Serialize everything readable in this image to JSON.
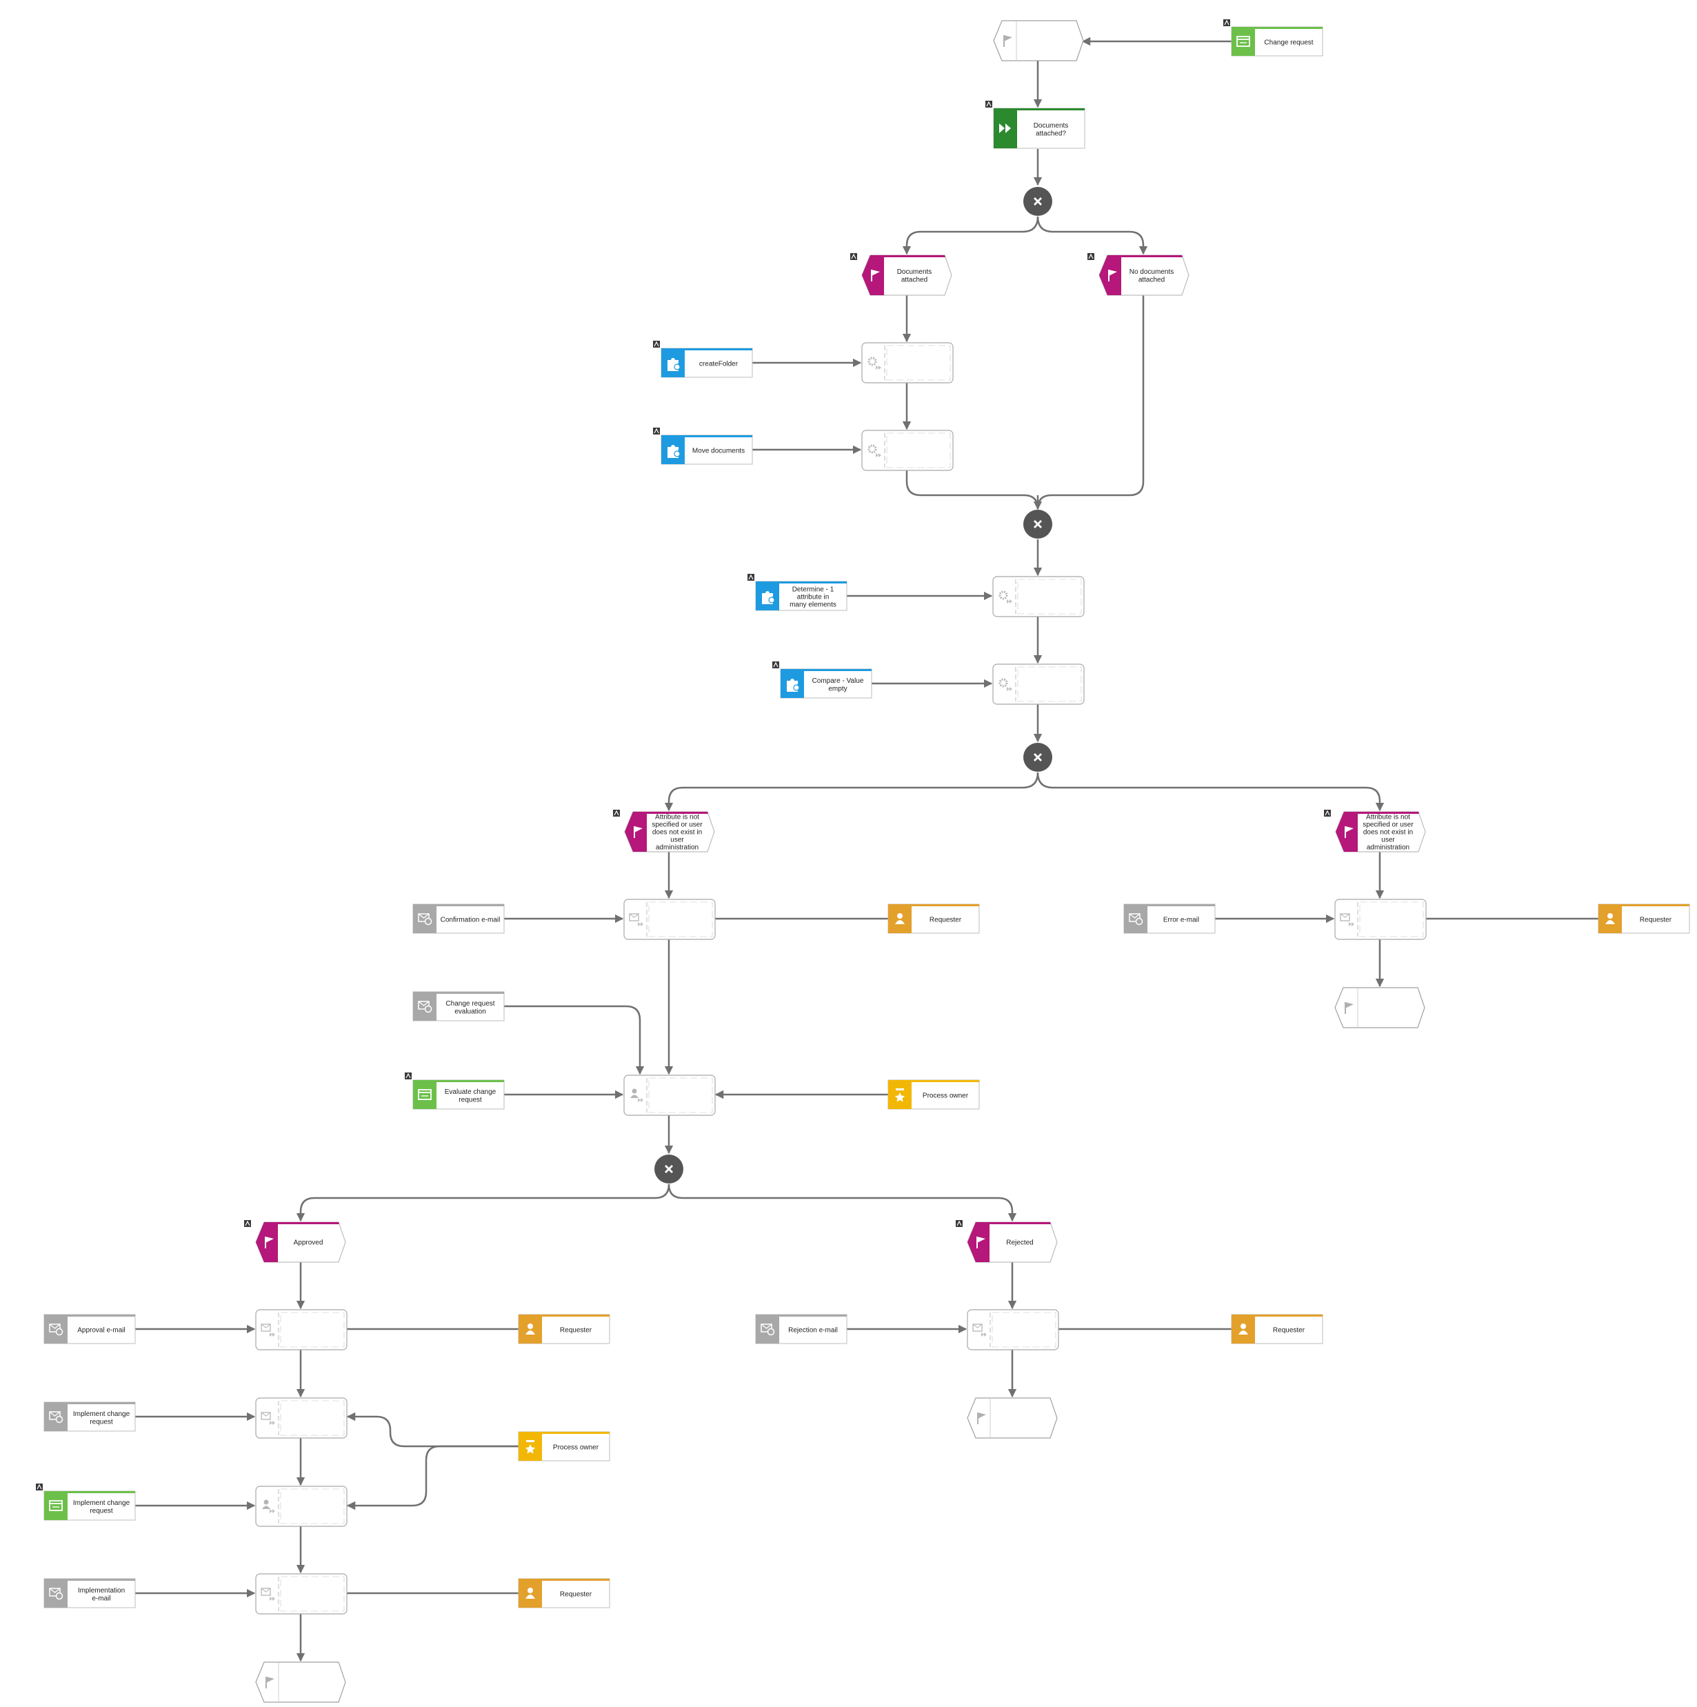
{
  "colors": {
    "event": "#b5177a",
    "subprocess": "#2b8a2e",
    "app": "#6cc04a",
    "service": "#1e9be0",
    "email": "#a8a8a8",
    "role": "#e3a02b",
    "owner": "#f2b705",
    "gateway": "#555555",
    "connector": "#707070"
  },
  "icons": {
    "subprocess": "fast-forward-icon",
    "event": "flag-icon",
    "app": "app-window-icon",
    "service": "service-puzzle-icon",
    "email": "email-at-icon",
    "role": "requester-role-icon",
    "owner": "process-owner-icon",
    "gateway": "xor-gateway-icon",
    "task": "task-icon"
  },
  "nodes": {
    "change_request": {
      "label": "Change request"
    },
    "documents_attached_q": {
      "label": "Documents attached?"
    },
    "documents_attached": {
      "label": "Documents attached"
    },
    "no_documents_attached": {
      "label": "No documents attached"
    },
    "create_folder": {
      "label": "createFolder"
    },
    "move_documents": {
      "label": "Move documents"
    },
    "determine_attr": {
      "label": "Determine - 1 attribute in many elements"
    },
    "compare_value": {
      "label": "Compare - Value empty"
    },
    "attr_not_specified_left": {
      "label": "Attribute is not specified or user does not exist in user administration"
    },
    "attr_not_specified_right": {
      "label": "Attribute is not specified or user does not exist in user administration"
    },
    "confirmation_email": {
      "label": "Confirmation e-mail"
    },
    "requester_1": {
      "label": "Requester"
    },
    "error_email": {
      "label": "Error e-mail"
    },
    "requester_2": {
      "label": "Requester"
    },
    "change_request_evaluation": {
      "label": "Change request evaluation"
    },
    "evaluate_change_request": {
      "label": "Evaluate change request"
    },
    "process_owner_1": {
      "label": "Process owner"
    },
    "approved": {
      "label": "Approved"
    },
    "rejected": {
      "label": "Rejected"
    },
    "approval_email": {
      "label": "Approval e-mail"
    },
    "requester_3": {
      "label": "Requester"
    },
    "rejection_email": {
      "label": "Rejection e-mail"
    },
    "requester_4": {
      "label": "Requester"
    },
    "implement_change_request_email": {
      "label": "Implement change request"
    },
    "process_owner_2": {
      "label": "Process owner"
    },
    "implement_change_request_app": {
      "label": "Implement change request"
    },
    "implementation_email": {
      "label": "Implementation e-mail"
    },
    "requester_5": {
      "label": "Requester"
    }
  }
}
